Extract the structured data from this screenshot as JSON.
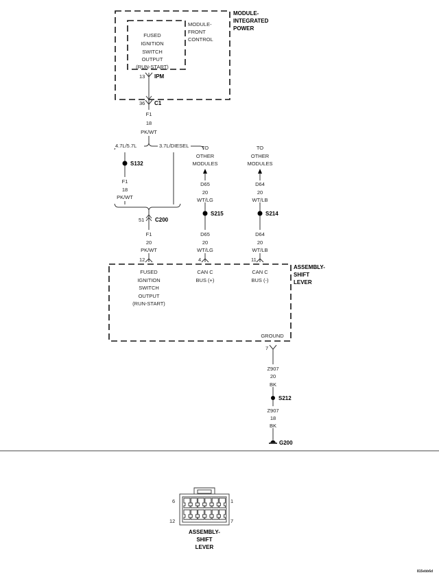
{
  "ipm": {
    "title": [
      "MODULE-",
      "INTEGRATED",
      "POWER"
    ]
  },
  "fcm": {
    "title": [
      "MODULE-",
      "FRONT",
      "CONTROL"
    ],
    "pin_label": [
      "FUSED",
      "IGNITION",
      "SWITCH",
      "OUTPUT",
      "(RUN-START)"
    ]
  },
  "connectors": {
    "ipm": {
      "pin": "13",
      "name": "IPM"
    },
    "c1": {
      "pin": "36",
      "name": "C1"
    },
    "c200": {
      "pin": "51",
      "name": "C200"
    }
  },
  "wires": {
    "f1_top": [
      "F1",
      "18",
      "PK/WT"
    ],
    "f1_left": [
      "F1",
      "18",
      "PK/WT"
    ],
    "f1_bottom": [
      "F1",
      "20",
      "PK/WT"
    ],
    "d65_top": [
      "D65",
      "20",
      "WT/LG"
    ],
    "d65_bottom": [
      "D65",
      "20",
      "WT/LG"
    ],
    "d64_top": [
      "D64",
      "20",
      "WT/LB"
    ],
    "d64_bottom": [
      "D64",
      "20",
      "WT/LB"
    ],
    "z907_top": [
      "Z907",
      "20",
      "BK"
    ],
    "z907_bottom": [
      "Z907",
      "18",
      "BK"
    ]
  },
  "options": {
    "left": "4.7L/5.7L",
    "right": "3.7L/DIESEL"
  },
  "splices": {
    "s132": "S132",
    "s215": "S215",
    "s214": "S214",
    "s212": "S212"
  },
  "to_other": [
    "TO",
    "OTHER",
    "MODULES"
  ],
  "shift": {
    "title": [
      "ASSEMBLY-",
      "SHIFT",
      "LEVER"
    ],
    "pins": {
      "fused": "12",
      "canp": "4",
      "canm": "11",
      "gnd": "7"
    },
    "pin_labels": {
      "fused": [
        "FUSED",
        "IGNITION",
        "SWITCH",
        "OUTPUT",
        "(RUN-START)"
      ],
      "canp": [
        "CAN C",
        "BUS (+)"
      ],
      "canm": [
        "CAN C",
        "BUS (-)"
      ],
      "gnd": "GROUND"
    }
  },
  "ground": {
    "name": "G200"
  },
  "connector_view": {
    "pin_labels": {
      "top_left": "6",
      "top_right": "1",
      "bottom_left": "12",
      "bottom_right": "7"
    },
    "title": [
      "ASSEMBLY-",
      "SHIFT",
      "LEVER"
    ]
  },
  "figure_id": "815ebb6d"
}
